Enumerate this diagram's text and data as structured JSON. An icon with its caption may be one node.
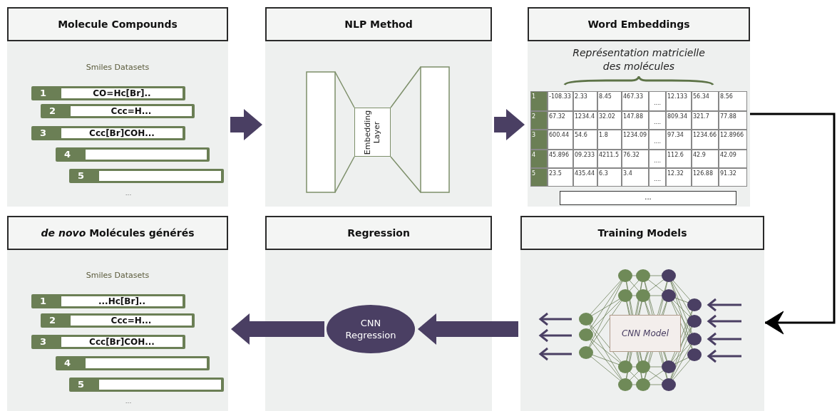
{
  "diagram": {
    "nodes": [
      {
        "text": [
          "Molecule Compounds",
          "Smiles Datasets"
        ]
      },
      {
        "text": [
          "1",
          "CO=Hc[Br].."
        ],
        "in": 0
      },
      {
        "text": [
          "2",
          "Ccc=H..."
        ],
        "in": 0
      },
      {
        "text": [
          "3",
          "Ccc[Br]COH..."
        ],
        "in": 0
      },
      {
        "text": [
          "4"
        ],
        "in": 0
      },
      {
        "text": [
          "5"
        ],
        "in": 0
      },
      {
        "text": [
          "NLP Method"
        ]
      },
      {
        "text": [
          "Embedding Layer"
        ],
        "in": 6
      },
      {
        "text": [
          "Word Embeddings",
          "Représentation matricielle des molécules"
        ]
      },
      {
        "text": [
          "..."
        ],
        "in": 8
      },
      {
        "text": [
          "*de novo* Molécules générés",
          "Smiles Datasets"
        ]
      },
      {
        "text": [
          "1",
          "...Hc[Br].."
        ],
        "in": 10
      },
      {
        "text": [
          "2",
          "Ccc=H..."
        ],
        "in": 10
      },
      {
        "text": [
          "3",
          "Ccc[Br]COH..."
        ],
        "in": 10
      },
      {
        "text": [
          "4"
        ],
        "in": 10
      },
      {
        "text": [
          "5"
        ],
        "in": 10
      },
      {
        "text": [
          "Regression"
        ]
      },
      {
        "text": [
          "CNN Regression"
        ],
        "in": 16
      },
      {
        "text": [
          "Training Models"
        ]
      },
      {
        "text": [
          "CNN Model"
        ],
        "in": 18
      }
    ],
    "edges": [
      {
        "from": 0,
        "to": 6,
        "arrow": "to"
      },
      {
        "from": 6,
        "to": 8,
        "arrow": "to"
      },
      {
        "from": 8,
        "to": 18,
        "arrow": "to",
        "color": "#000000"
      },
      {
        "from": 18,
        "to": 17,
        "arrow": "to"
      },
      {
        "from": 17,
        "to": 10,
        "arrow": "to"
      }
    ],
    "labels": [
      "...",
      "1",
      "-108.33",
      "2.33",
      "8.45",
      "467.33",
      "....",
      "12.133",
      "56.34",
      "8.56",
      "2",
      "67.32",
      "1234.4",
      "32.02",
      "147.88",
      "....",
      "809.34",
      "321.7",
      "77.88",
      "3",
      "600.44",
      "54.6",
      "1.8",
      "1234.09",
      "....",
      "97.34",
      "1234.66",
      "12.8966",
      "4",
      "45.896",
      "09.233",
      "4211.5",
      "76.32",
      "....",
      "112.6",
      "42.9",
      "42.09",
      "5",
      "23.5",
      "435.44",
      "6.3",
      "3.4",
      "....",
      "12.32",
      "126.88",
      "91.32",
      "..."
    ]
  }
}
